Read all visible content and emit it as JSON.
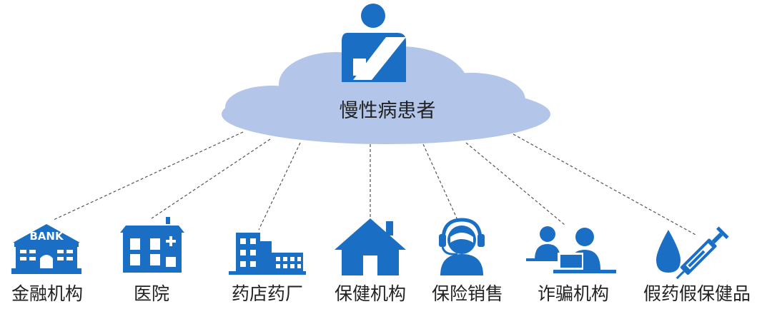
{
  "center": {
    "label": "慢性病患者",
    "icon": "patient-with-sling-icon"
  },
  "colors": {
    "icon_blue": "#1a6fc4",
    "cloud": "#b3c5e8",
    "line": "#555555",
    "text": "#222222"
  },
  "nodes": [
    {
      "label": "金融机构",
      "icon": "bank-icon",
      "icon_text": "BANK"
    },
    {
      "label": "医院",
      "icon": "hospital-icon"
    },
    {
      "label": "药店药厂",
      "icon": "factory-icon"
    },
    {
      "label": "保健机构",
      "icon": "house-icon"
    },
    {
      "label": "保险销售",
      "icon": "headset-agent-icon"
    },
    {
      "label": "诈骗机构",
      "icon": "laptop-users-icon"
    },
    {
      "label": "假药假保健品",
      "icon": "drop-syringe-icon"
    }
  ]
}
